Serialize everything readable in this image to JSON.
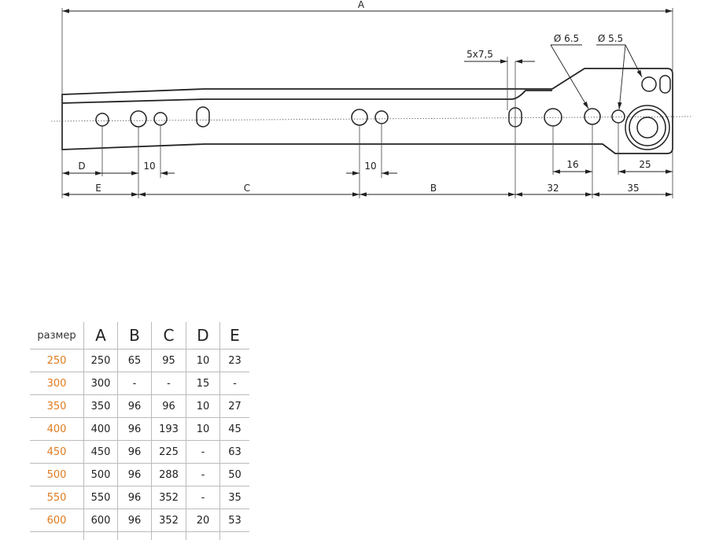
{
  "drawing": {
    "dimensions": {
      "A": "A",
      "B": "B",
      "C": "C",
      "D": "D",
      "E": "E",
      "d10_left": "10",
      "d10_mid": "10",
      "d16": "16",
      "d25": "25",
      "d32": "32",
      "d35": "35",
      "slot": "5x7,5",
      "hole_65": "Ø 6.5",
      "hole_55": "Ø 5.5"
    }
  },
  "table": {
    "headers": [
      "размер",
      "A",
      "B",
      "C",
      "D",
      "E"
    ],
    "rows": [
      [
        "250",
        "250",
        "65",
        "95",
        "10",
        "23"
      ],
      [
        "300",
        "300",
        "-",
        "-",
        "15",
        "-"
      ],
      [
        "350",
        "350",
        "96",
        "96",
        "10",
        "27"
      ],
      [
        "400",
        "400",
        "96",
        "193",
        "10",
        "45"
      ],
      [
        "450",
        "450",
        "96",
        "225",
        "-",
        "63"
      ],
      [
        "500",
        "500",
        "96",
        "288",
        "-",
        "50"
      ],
      [
        "550",
        "550",
        "96",
        "352",
        "-",
        "35"
      ],
      [
        "600",
        "600",
        "96",
        "352",
        "20",
        "53"
      ]
    ],
    "size_color": "#e07b1f"
  }
}
